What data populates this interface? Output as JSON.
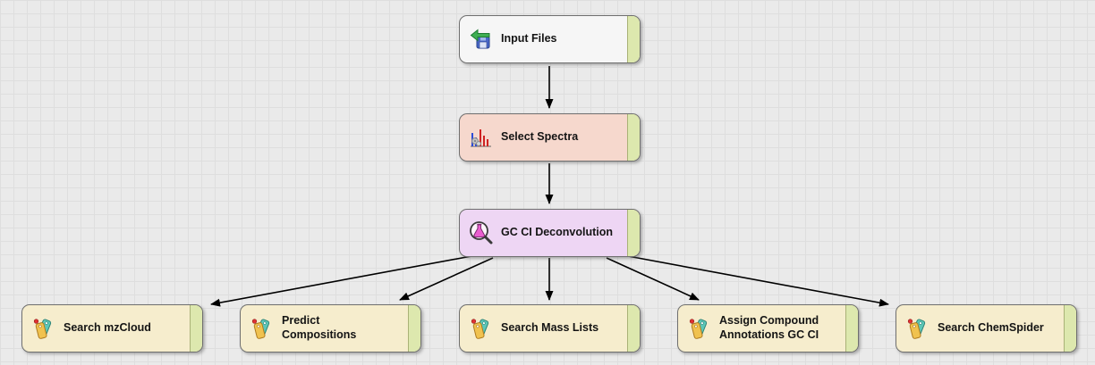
{
  "canvas": {
    "background_color": "#eaeaea",
    "grid_line_color": "#dedede",
    "accent_strip_color": "#dde8ae",
    "arrow_color": "#000000"
  },
  "nodes": [
    {
      "id": "input-files",
      "label": "Input Files",
      "type": "input",
      "color": "#f6f6f6",
      "icon": "import-files-icon"
    },
    {
      "id": "select-spectra",
      "label": "Select Spectra",
      "type": "spectra",
      "color": "#f6d8cd",
      "icon": "spectra-icon"
    },
    {
      "id": "gc-ci-deconvolution",
      "label": "GC CI Deconvolution",
      "type": "deconvolution",
      "color": "#eed6f4",
      "icon": "flask-magnifier-icon"
    },
    {
      "id": "search-mzcloud",
      "label": "Search mzCloud",
      "type": "annotation",
      "color": "#f6edcd",
      "icon": "tags-icon"
    },
    {
      "id": "predict-compositions",
      "label": "Predict Compositions",
      "type": "annotation",
      "color": "#f6edcd",
      "icon": "tags-icon"
    },
    {
      "id": "search-mass-lists",
      "label": "Search Mass Lists",
      "type": "annotation",
      "color": "#f6edcd",
      "icon": "tags-icon"
    },
    {
      "id": "assign-compound-annotations-gc-ci",
      "label": "Assign Compound Annotations GC CI",
      "type": "annotation",
      "color": "#f6edcd",
      "icon": "tags-icon"
    },
    {
      "id": "search-chemspider",
      "label": "Search ChemSpider",
      "type": "annotation",
      "color": "#f6edcd",
      "icon": "tags-icon"
    }
  ],
  "connections": [
    {
      "from": "input-files",
      "to": "select-spectra"
    },
    {
      "from": "select-spectra",
      "to": "gc-ci-deconvolution"
    },
    {
      "from": "gc-ci-deconvolution",
      "to": "search-mzcloud"
    },
    {
      "from": "gc-ci-deconvolution",
      "to": "predict-compositions"
    },
    {
      "from": "gc-ci-deconvolution",
      "to": "search-mass-lists"
    },
    {
      "from": "gc-ci-deconvolution",
      "to": "assign-compound-annotations-gc-ci"
    },
    {
      "from": "gc-ci-deconvolution",
      "to": "search-chemspider"
    }
  ]
}
